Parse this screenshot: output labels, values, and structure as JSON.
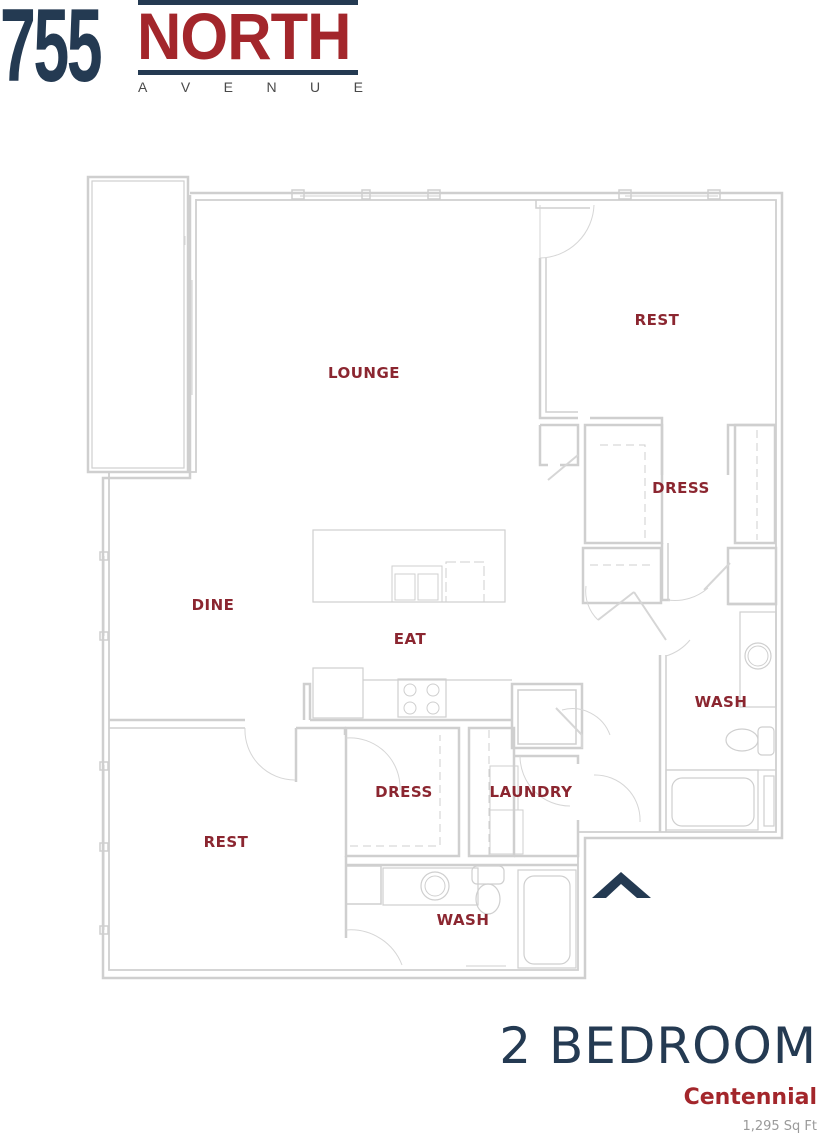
{
  "logo": {
    "number": "755",
    "name": "NORTH",
    "subtitle_letters": [
      "A",
      "V",
      "E",
      "N",
      "U",
      "E"
    ],
    "colors": {
      "navy": "#243a52",
      "red": "#a3262b"
    }
  },
  "floorplan": {
    "rooms": [
      {
        "id": "lounge",
        "label": "LOUNGE"
      },
      {
        "id": "rest-primary",
        "label": "REST"
      },
      {
        "id": "dress-primary",
        "label": "DRESS"
      },
      {
        "id": "dine",
        "label": "DINE"
      },
      {
        "id": "eat",
        "label": "EAT"
      },
      {
        "id": "wash-primary",
        "label": "WASH"
      },
      {
        "id": "rest-secondary",
        "label": "REST"
      },
      {
        "id": "dress-secondary",
        "label": "DRESS"
      },
      {
        "id": "laundry",
        "label": "LAUNDRY"
      },
      {
        "id": "wash-secondary",
        "label": "WASH"
      }
    ],
    "entry_marker": "entry-arrow",
    "colors": {
      "wall": "#cfcfcf",
      "fixture": "#d8d8d8",
      "label": "#8b2630",
      "arrow": "#243a52"
    }
  },
  "unit": {
    "type": "2 BEDROOM",
    "name": "Centennial",
    "size": "1,295 Sq Ft"
  }
}
